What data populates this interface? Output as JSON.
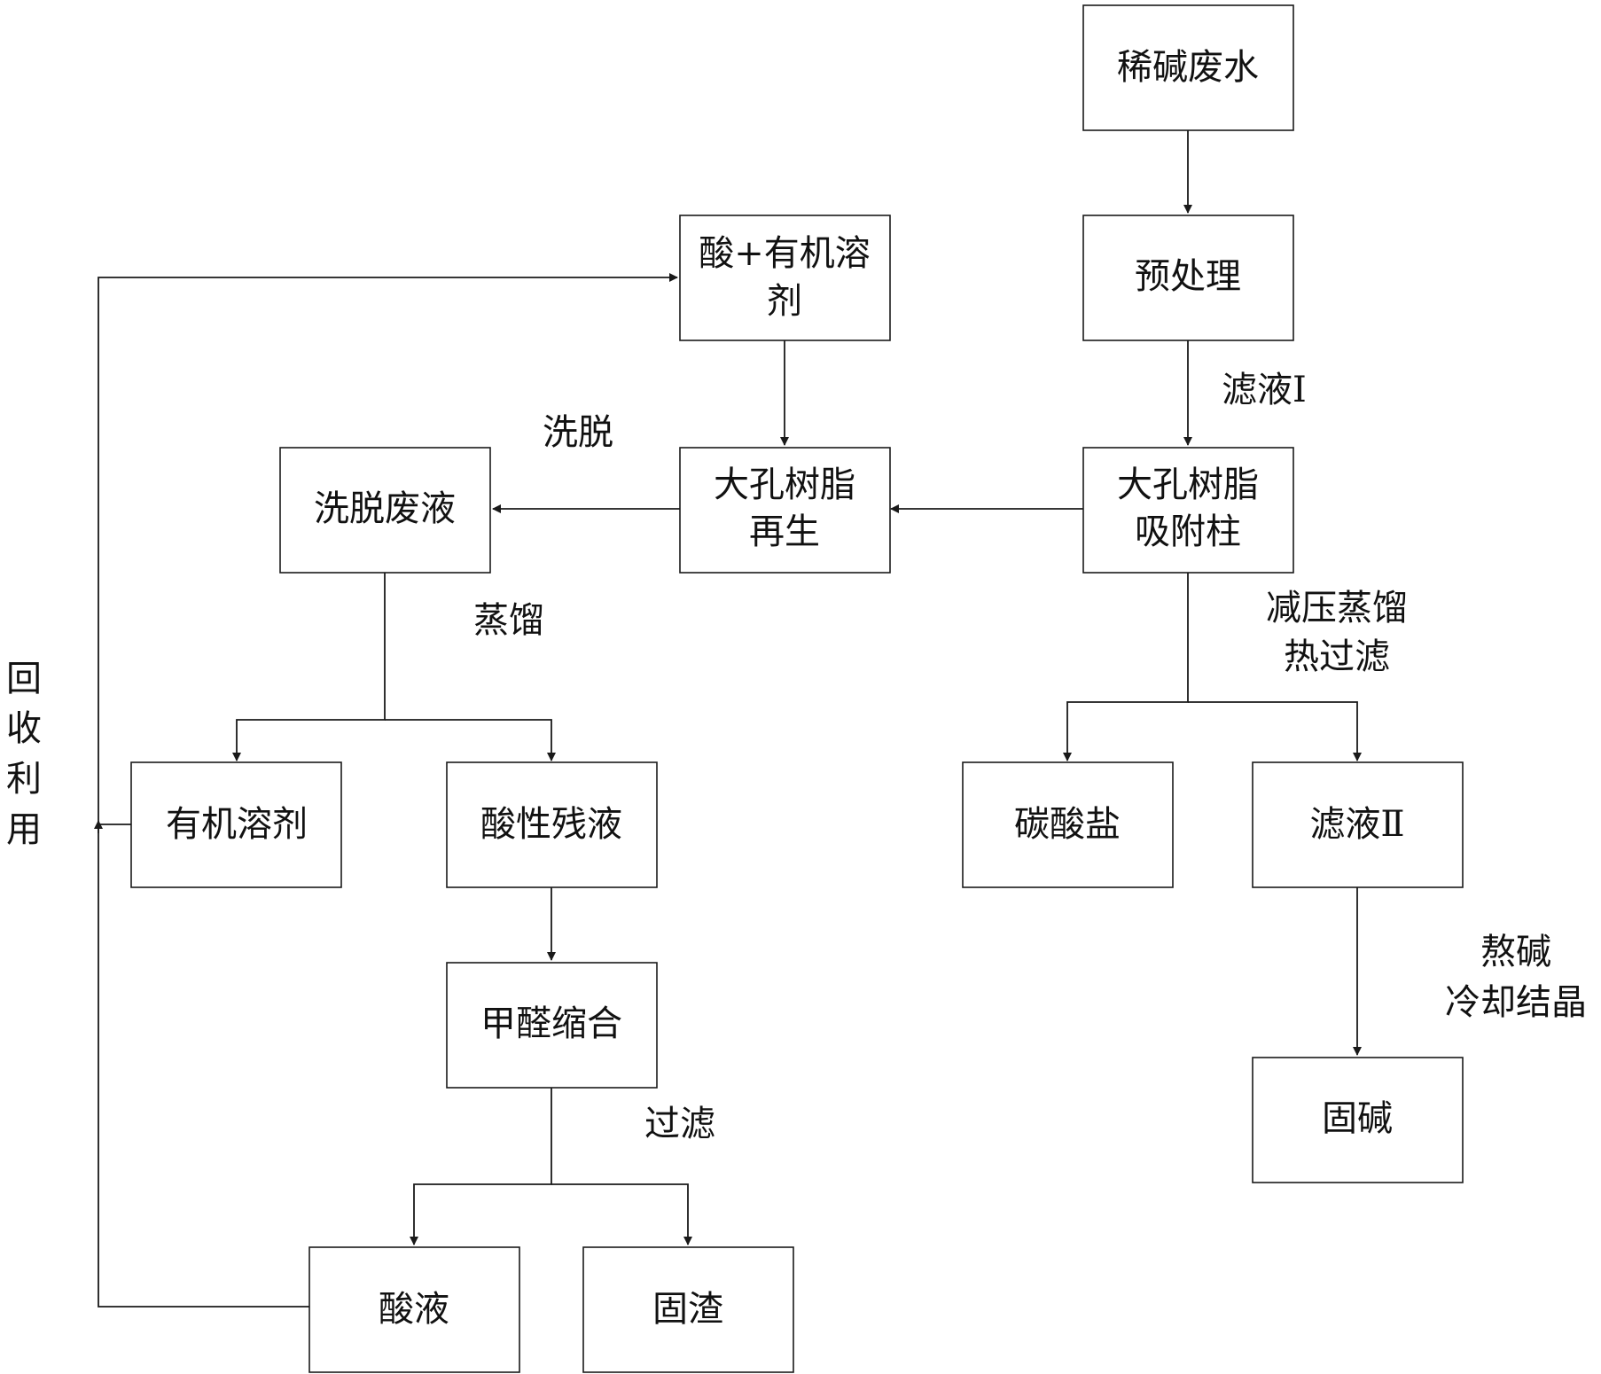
{
  "nodes": {
    "dilute_alkali_wastewater": "稀碱废水",
    "pretreatment": "预处理",
    "resin_adsorption": [
      "大孔树脂",
      "吸附柱"
    ],
    "acid_solvent": [
      "酸+有机溶",
      "剂"
    ],
    "resin_regeneration": [
      "大孔树脂",
      "再生"
    ],
    "elution_waste": "洗脱废液",
    "organic_solvent": "有机溶剂",
    "acidic_residue": "酸性残液",
    "formaldehyde_condensation": "甲醛缩合",
    "acid_liquid": "酸液",
    "solid_residue": "固渣",
    "carbonate": "碳酸盐",
    "filtrate_2": "滤液Ⅱ",
    "solid_alkali": "固碱"
  },
  "labels": {
    "filtrate_1": "滤液Ⅰ",
    "elution": "洗脱",
    "distillation": "蒸馏",
    "vacuum_distillation": [
      "减压蒸馏",
      "热过滤"
    ],
    "boil_alkali": [
      "熬碱",
      "冷却结晶"
    ],
    "filtration": "过滤",
    "recycle": [
      "回",
      "收",
      "利",
      "用"
    ]
  }
}
